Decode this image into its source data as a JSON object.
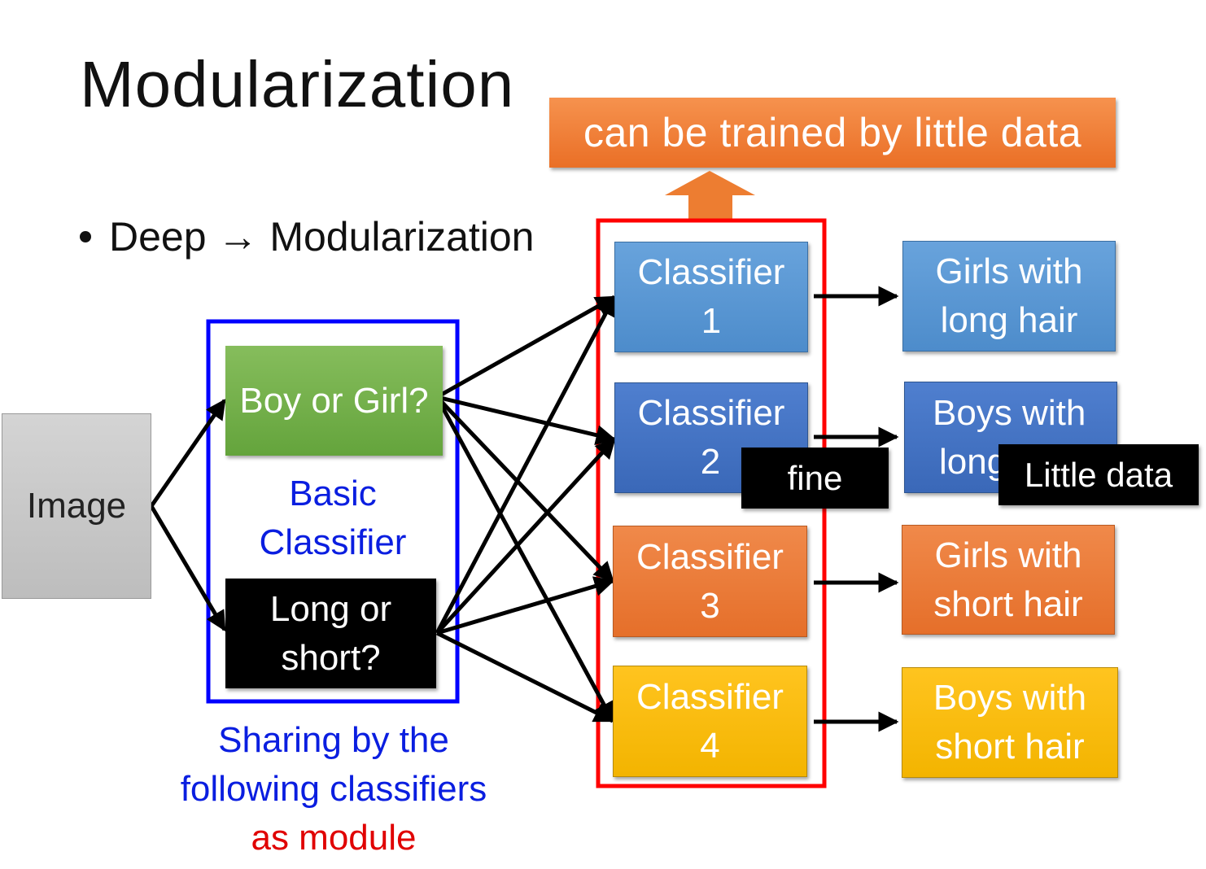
{
  "title": "Modularization",
  "bullet": "Deep → Modularization",
  "banner": "can be trained by little data",
  "input": {
    "label": "Image"
  },
  "basic": {
    "boy_or_girl": "Boy or Girl?",
    "long_or_short": [
      "Long or",
      "short?"
    ],
    "caption": [
      "Basic",
      "Classifier"
    ]
  },
  "sharing_note": [
    "Sharing by the",
    "following classifiers"
  ],
  "module_note": "as module",
  "classifiers": [
    {
      "line1": "Classifier",
      "line2": "1",
      "color": "#5b9bd5"
    },
    {
      "line1": "Classifier",
      "line2": "2",
      "color": "#4472c4"
    },
    {
      "line1": "Classifier",
      "line2": "3",
      "color": "#ed7d31"
    },
    {
      "line1": "Classifier",
      "line2": "4",
      "color": "#ffc000"
    }
  ],
  "outputs": [
    {
      "line1": "Girls with",
      "line2": "long hair"
    },
    {
      "line1": "Boys with",
      "line2": "long"
    },
    {
      "line1": "Girls with",
      "line2": "short hair"
    },
    {
      "line1": "Boys with",
      "line2": "short hair"
    }
  ],
  "tags": {
    "fine": "fine",
    "little_data": "Little data"
  }
}
